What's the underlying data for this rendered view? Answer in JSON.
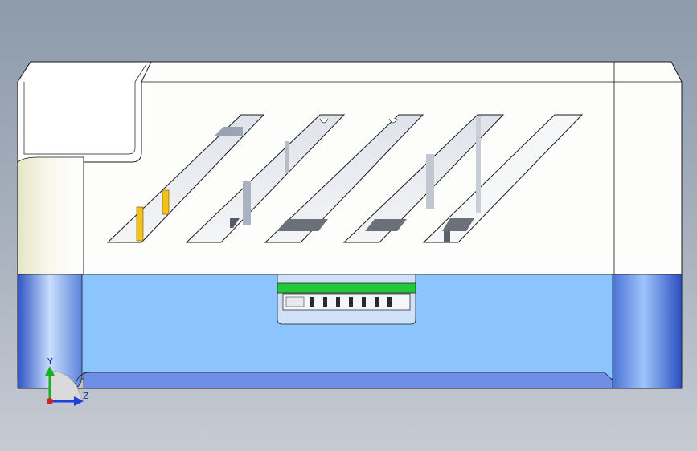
{
  "viewport": {
    "background_top": "#8d9bab",
    "background_bottom": "#c6cbd3"
  },
  "model": {
    "body_color": "#fdfdfb",
    "edge_color": "#1a1a1a",
    "base_color": "#8cc4fd",
    "base_side_color": "#3e63c8",
    "connector_green": "#22c83a",
    "pin_yellow": "#f2c21a",
    "vent_slot_count": 5
  },
  "triad": {
    "y_label": "Y",
    "z_label": "Z",
    "y_color": "#19b01d",
    "z_color": "#1f3fd9",
    "origin_color": "#d81f1f"
  }
}
